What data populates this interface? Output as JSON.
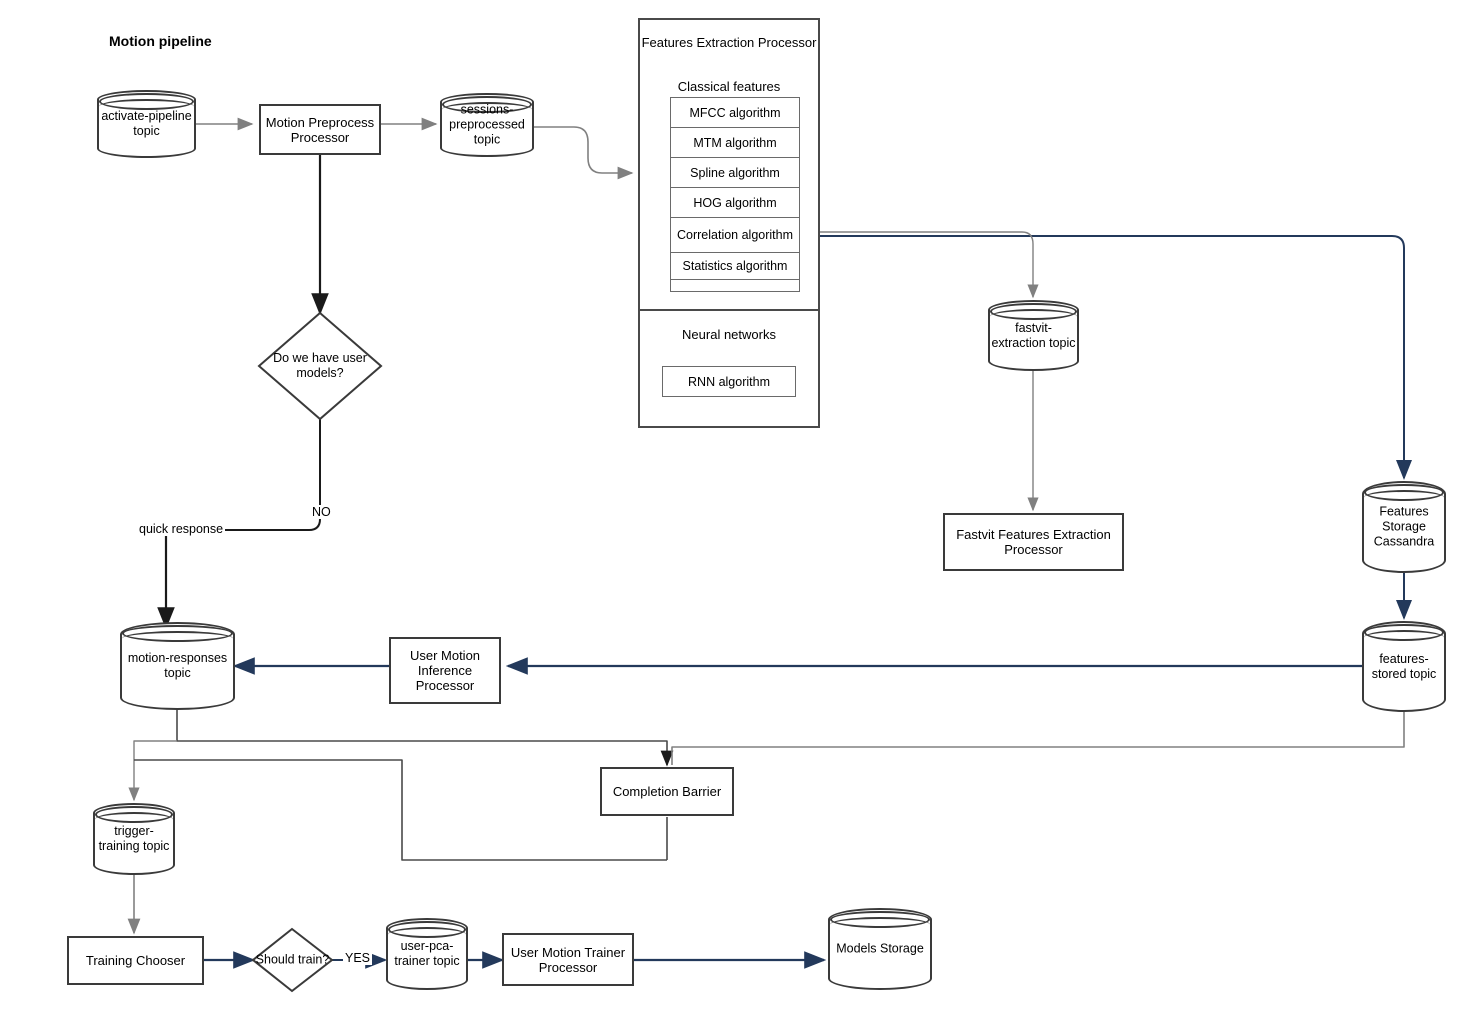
{
  "page": {
    "title": "Motion pipeline",
    "colors": {
      "stroke_dark": "#23395b",
      "stroke_gray": "#808080",
      "stroke_black": "#1a1a1a",
      "shape_border": "#3a3a3a",
      "background": "#ffffff"
    }
  },
  "nodes": {
    "activate_topic": "activate-pipeline topic",
    "motion_preprocess": "Motion Preprocess Processor",
    "sessions_topic": "sessions-preprocessed topic",
    "decision_models": "Do we have user models?",
    "motion_responses_topic": "motion-responses topic",
    "user_motion_inference": "User Motion Inference Processor",
    "fastvit_topic": "fastvit-extraction topic",
    "fastvit_processor": "Fastvit Features Extraction Processor",
    "features_storage": "Features Storage Cassandra",
    "features_stored_topic": "features-stored topic",
    "completion_barrier": "Completion Barrier",
    "trigger_training_topic": "trigger-training topic",
    "training_chooser": "Training Chooser",
    "decision_train": "Should train?",
    "user_pca_topic": "user-pca-trainer topic",
    "user_motion_trainer": "User Motion Trainer Processor",
    "models_storage": "Models Storage"
  },
  "features_extraction": {
    "title": "Features Extraction Processor",
    "classical_title": "Classical features",
    "classical_algorithms": [
      "MFCC algorithm",
      "MTM algorithm",
      "Spline algorithm",
      "HOG algorithm",
      "Correlation algorithm",
      "Statistics algorithm"
    ],
    "neural_title": "Neural networks",
    "neural_algorithms": [
      "RNN algorithm"
    ]
  },
  "edge_labels": {
    "no": "NO",
    "quick_response": "quick response",
    "yes": "YES"
  }
}
